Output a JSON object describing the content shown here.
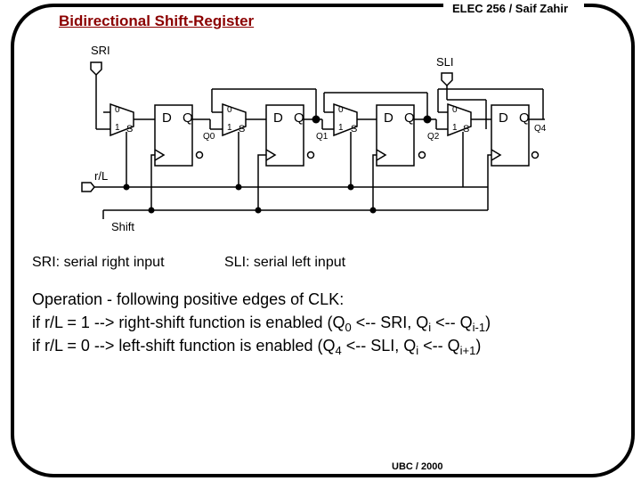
{
  "header": {
    "title": "Bidirectional Shift-Register",
    "course": "ELEC 256 / Saif Zahir"
  },
  "diagram": {
    "sri_label": "SRI",
    "sli_label": "SLI",
    "rl_label": "r/L",
    "shift_label": "Shift",
    "mux_in0": "0",
    "mux_in1": "1",
    "mux_sel": "S",
    "ff_label": "D  Q",
    "outputs": [
      "Q0",
      "Q1",
      "Q2",
      "Q4"
    ]
  },
  "notes": {
    "sri": "SRI: serial right input",
    "sli": "SLI: serial left input"
  },
  "operation": {
    "line1": "Operation - following positive edges of CLK:",
    "line2_pre": "if r/L = 1   -->  right-shift function is enabled (Q",
    "line2_sub1": "0",
    "line2_mid": " <-- SRI, Q",
    "line2_sub2": "i",
    "line2_mid2": " <-- Q",
    "line2_sub3": "i-1",
    "line2_end": ")",
    "line3_pre": "if r/L = 0   -->   left-shift function is enabled (Q",
    "line3_sub1": "4",
    "line3_mid": " <-- SLI, Q",
    "line3_sub2": "i",
    "line3_mid2": " <-- Q",
    "line3_sub3": "i+1",
    "line3_end": ")"
  },
  "footer": "UBC / 2000"
}
